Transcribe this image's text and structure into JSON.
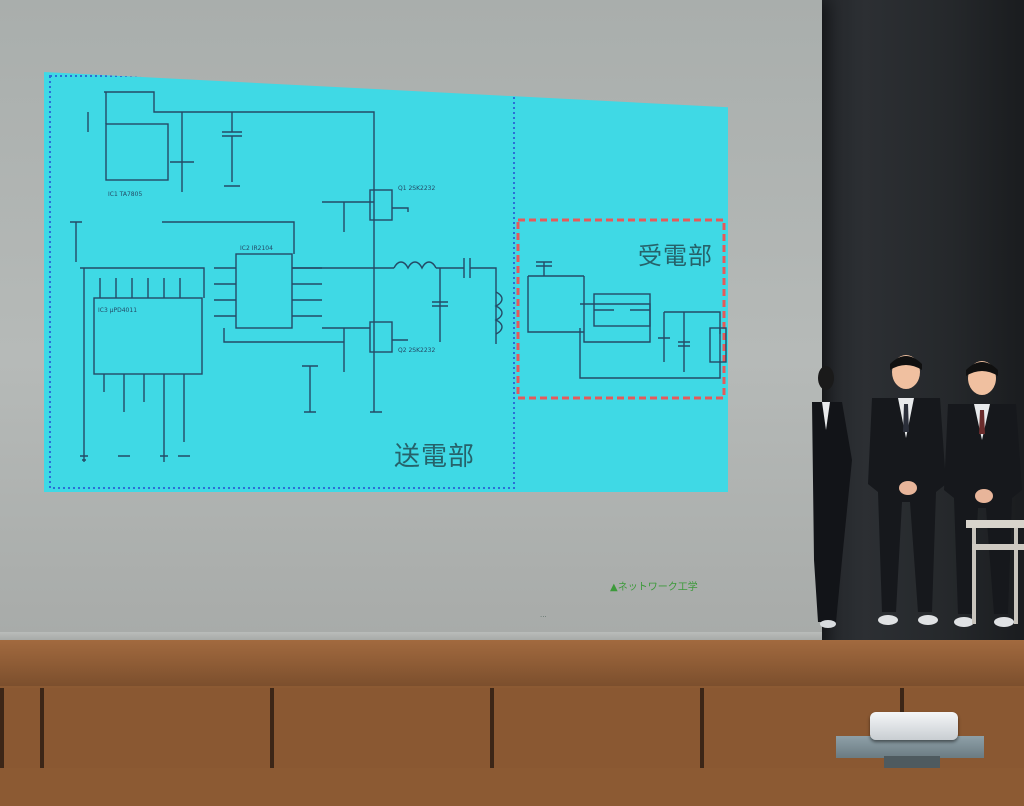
{
  "slide": {
    "label_transmitter": "送電部",
    "label_receiver": "受電部",
    "footer_mark": "▲ネットワーク工学",
    "footer_small": "..."
  },
  "colors": {
    "slide_background": "#3fd9e5",
    "schematic_lines": "#244a66",
    "transmitter_border": "#2b6fd6",
    "receiver_border": "#e55a5a",
    "screen": "#b3b7b5",
    "stage_wood": "#8c5a33"
  },
  "scene": {
    "people_count": 3,
    "objects": [
      "projection-screen",
      "presenters",
      "stage",
      "projector",
      "chair"
    ]
  }
}
